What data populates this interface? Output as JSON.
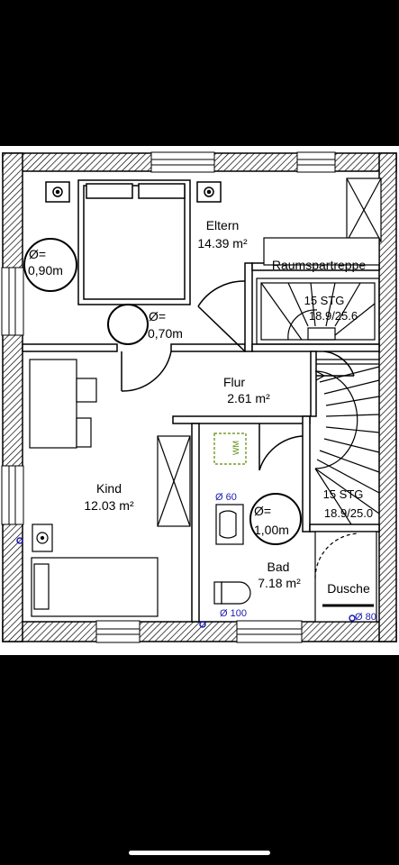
{
  "rooms": {
    "eltern": {
      "name": "Eltern",
      "area": "14.39 m²"
    },
    "flur": {
      "name": "Flur",
      "area": "2.61 m²"
    },
    "kind": {
      "name": "Kind",
      "area": "12.03 m²"
    },
    "bad": {
      "name": "Bad",
      "area": "7.18 m²"
    },
    "dusche": {
      "name": "Dusche"
    }
  },
  "labels": {
    "raumspartreppe": "Raumspartreppe",
    "stair_upper": {
      "count": "15 STG",
      "dim": "18.9/25.6"
    },
    "stair_lower": {
      "count": "15 STG",
      "dim": "18.9/25.0"
    },
    "circle_090": {
      "sym": "Ø=",
      "val": "0,90m"
    },
    "circle_070": {
      "sym": "Ø=",
      "val": "0,70m"
    },
    "circle_100": {
      "sym": "Ø=",
      "val": "1,00m"
    },
    "wm": "WM",
    "d60": "Ø 60",
    "d100": "Ø 100",
    "d80": "Ø 80"
  },
  "colors": {
    "background": "#000000",
    "paper": "#ffffff",
    "lines": "#000000",
    "dimension_blue": "#1a1ab0",
    "wm_green": "#5a8a00"
  }
}
